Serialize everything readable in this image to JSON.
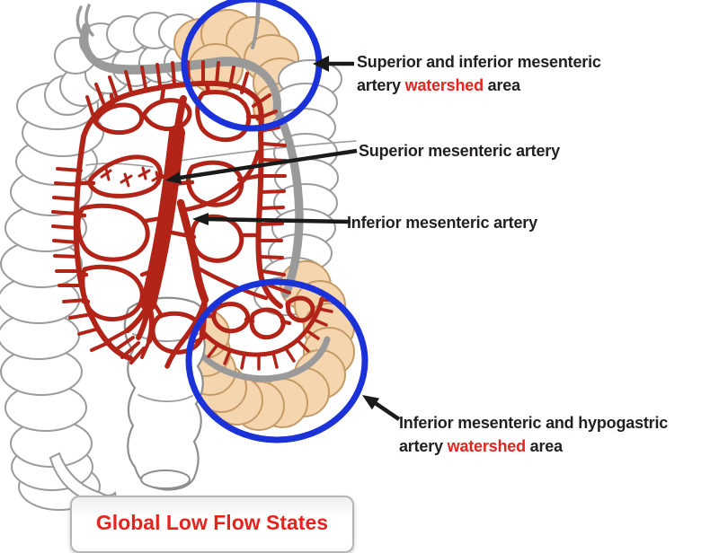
{
  "colors": {
    "highlight_red": "#e8231d",
    "text_black": "#231f20",
    "circle_blue": "#1b32d9",
    "artery_red": "#b22418",
    "watershed_tan": "#f5d5ae"
  },
  "labels": {
    "watershed_top": {
      "line1": "Superior and inferior mesenteric",
      "line2_pre": "artery ",
      "line2_highlight": "watershed",
      "line2_post": " area"
    },
    "sma": "Superior mesenteric artery",
    "ima": "Inferior mesenteric artery",
    "watershed_bottom": {
      "line1": "Inferior mesenteric and hypogastric",
      "line2_pre": "artery ",
      "line2_highlight": "watershed",
      "line2_post": " area"
    },
    "footer": "Global Low Flow States"
  }
}
